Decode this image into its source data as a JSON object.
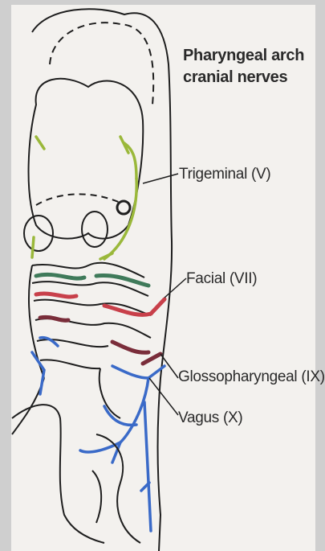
{
  "title": "Pharyngeal arch cranial nerves",
  "title_lines": [
    "Pharyngeal arch",
    "cranial nerves"
  ],
  "labels": {
    "trigeminal": "Trigeminal (V)",
    "facial": "Facial (VII)",
    "glossopharyngeal": "Glossopharyngeal (IX)",
    "vagus": "Vagus (X)"
  },
  "colors": {
    "trigeminal": "#9ab83a",
    "facial": "#3f7a5a",
    "glossopharyngeal_red": "#c8404a",
    "glossopharyngeal_dark": "#7a2d3a",
    "vagus": "#3a6ac8",
    "outline": "#1e1e1e"
  }
}
